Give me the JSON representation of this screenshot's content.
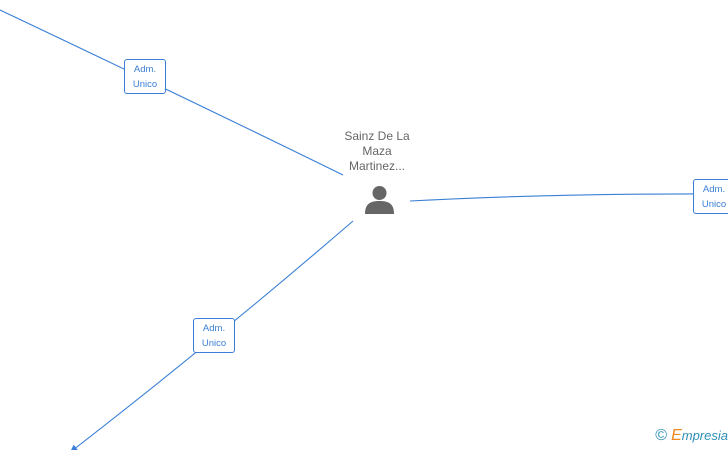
{
  "diagram": {
    "person": {
      "name_lines": [
        "Sainz De La",
        "Maza",
        "Martinez..."
      ]
    },
    "relations": [
      {
        "role_lines": [
          "Adm.",
          "Unico"
        ]
      },
      {
        "role_lines": [
          "Adm.",
          "Unico"
        ]
      },
      {
        "role_lines": [
          "Adm.",
          "Unico"
        ]
      }
    ]
  },
  "watermark": {
    "copyright_symbol": "©",
    "brand_initial": "E",
    "brand_rest": "mpresia"
  },
  "colors": {
    "edge": "#3a7fd5",
    "person_icon": "#666666",
    "brand_blue": "#2e8fb3",
    "brand_orange": "#f08a1c"
  }
}
